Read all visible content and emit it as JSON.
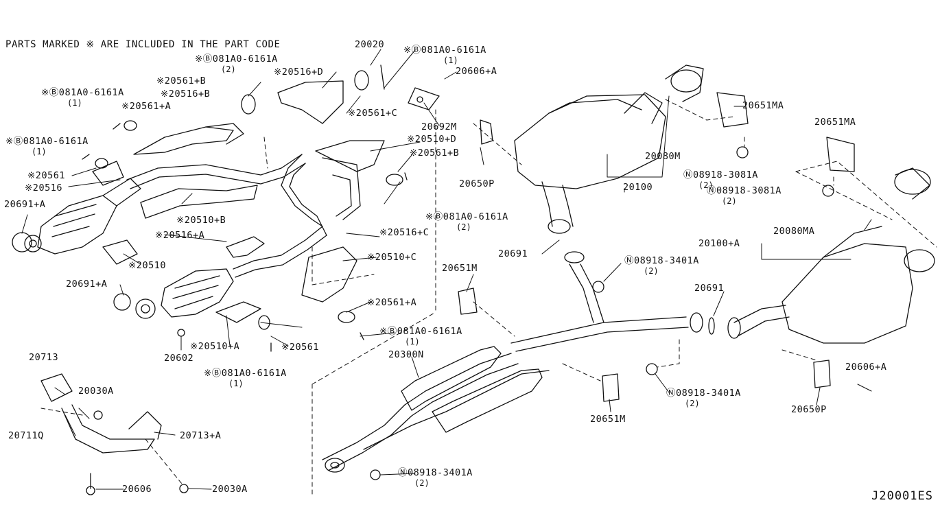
{
  "header_note": "PARTS MARKED ※ ARE INCLUDED IN THE PART CODE",
  "diagram_code": "J20001ES",
  "callouts": [
    {
      "id": "c-20020",
      "text": "20020"
    },
    {
      "id": "c-081a0-top1",
      "text": "※Ⓑ081A0-6161A",
      "qty": "(1)"
    },
    {
      "id": "c-081a0-top2",
      "text": "※Ⓑ081A0-6161A",
      "qty": "(2)"
    },
    {
      "id": "c-20516d",
      "text": "※20516+D"
    },
    {
      "id": "c-20561b-top",
      "text": "※20561+B"
    },
    {
      "id": "c-20516b",
      "text": "※20516+B"
    },
    {
      "id": "c-081a0-left1",
      "text": "※Ⓑ081A0-6161A",
      "qty": "(1)"
    },
    {
      "id": "c-20561a-left",
      "text": "※20561+A"
    },
    {
      "id": "c-20606a-top",
      "text": "20606+A"
    },
    {
      "id": "c-20561c",
      "text": "※20561+C"
    },
    {
      "id": "c-20692m",
      "text": "20692M"
    },
    {
      "id": "c-20510d",
      "text": "※20510+D"
    },
    {
      "id": "c-081a0-left2",
      "text": "※Ⓑ081A0-6161A",
      "qty": "(1)"
    },
    {
      "id": "c-20561b-mid",
      "text": "※20561+B"
    },
    {
      "id": "c-20561",
      "text": "※20561"
    },
    {
      "id": "c-20516",
      "text": "※20516"
    },
    {
      "id": "c-20691a-top",
      "text": "20691+A"
    },
    {
      "id": "c-20510b",
      "text": "※20510+B"
    },
    {
      "id": "c-20516a",
      "text": "※20516+A"
    },
    {
      "id": "c-20510",
      "text": "※20510"
    },
    {
      "id": "c-081a0-mid2",
      "text": "※Ⓑ081A0-6161A",
      "qty": "(2)"
    },
    {
      "id": "c-20516c",
      "text": "※20516+C"
    },
    {
      "id": "c-20510c",
      "text": "※20510+C"
    },
    {
      "id": "c-20691a-mid",
      "text": "20691+A"
    },
    {
      "id": "c-20561a-mid",
      "text": "※20561+A"
    },
    {
      "id": "c-081a0-mid1",
      "text": "※Ⓑ081A0-6161A",
      "qty": "(1)"
    },
    {
      "id": "c-20602",
      "text": "20602"
    },
    {
      "id": "c-20510a",
      "text": "※20510+A"
    },
    {
      "id": "c-20561-low",
      "text": "※20561"
    },
    {
      "id": "c-081a0-low",
      "text": "※Ⓑ081A0-6161A",
      "qty": "(1)"
    },
    {
      "id": "c-20650p-top",
      "text": "20650P"
    },
    {
      "id": "c-20080m",
      "text": "20080M"
    },
    {
      "id": "c-20100",
      "text": "20100"
    },
    {
      "id": "c-20651ma-1",
      "text": "20651MA"
    },
    {
      "id": "c-20651ma-2",
      "text": "20651MA"
    },
    {
      "id": "c-08918-3081-1",
      "text": "Ⓝ08918-3081A",
      "qty": "(2)"
    },
    {
      "id": "c-08918-3081-2",
      "text": "Ⓝ08918-3081A",
      "qty": "(2)"
    },
    {
      "id": "c-20080ma",
      "text": "20080MA"
    },
    {
      "id": "c-20100a",
      "text": "20100+A"
    },
    {
      "id": "c-20691",
      "text": "20691"
    },
    {
      "id": "c-08918-3401-top",
      "text": "Ⓝ08918-3401A",
      "qty": "(2)"
    },
    {
      "id": "c-20651m-top",
      "text": "20651M"
    },
    {
      "id": "c-20691-r",
      "text": "20691"
    },
    {
      "id": "c-20300n",
      "text": "20300N"
    },
    {
      "id": "c-08918-3401-mid",
      "text": "Ⓝ08918-3401A",
      "qty": "(2)"
    },
    {
      "id": "c-20651m-low",
      "text": "20651M"
    },
    {
      "id": "c-20606a-r",
      "text": "20606+A"
    },
    {
      "id": "c-20650p-r",
      "text": "20650P"
    },
    {
      "id": "c-08918-3401-low",
      "text": "Ⓝ08918-3401A",
      "qty": "(2)"
    },
    {
      "id": "c-20713",
      "text": "20713"
    },
    {
      "id": "c-20030a-1",
      "text": "20030A"
    },
    {
      "id": "c-20711q",
      "text": "20711Q"
    },
    {
      "id": "c-20713a",
      "text": "20713+A"
    },
    {
      "id": "c-20606",
      "text": "20606"
    },
    {
      "id": "c-20030a-2",
      "text": "20030A"
    }
  ]
}
